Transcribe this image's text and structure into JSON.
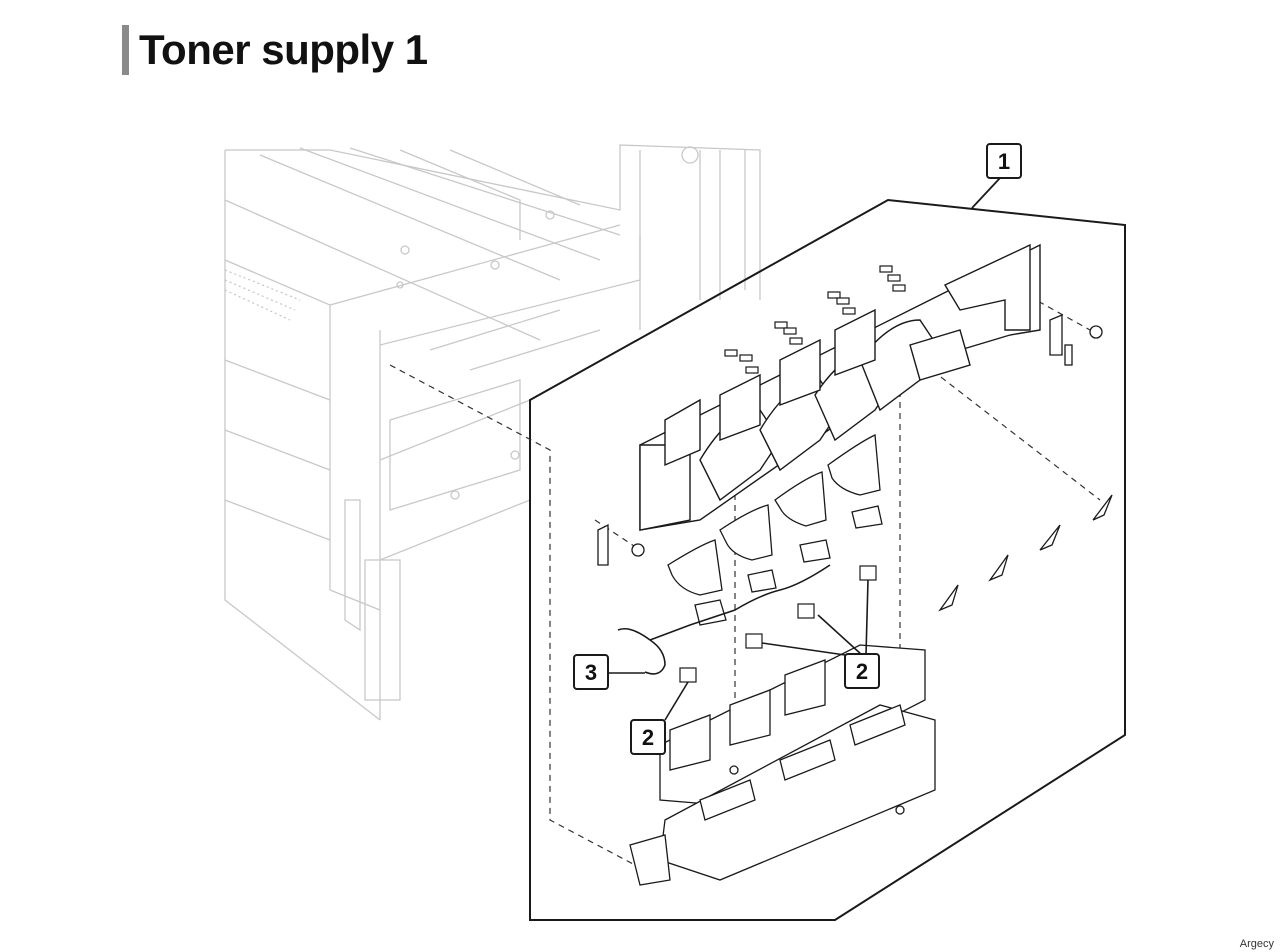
{
  "page": {
    "title": "Toner supply 1"
  },
  "callouts": [
    {
      "id": "callout-1",
      "label": "1"
    },
    {
      "id": "callout-2a",
      "label": "2"
    },
    {
      "id": "callout-2b",
      "label": "2"
    },
    {
      "id": "callout-3",
      "label": "3"
    }
  ],
  "footer": {
    "watermark": "Argecy"
  },
  "colors": {
    "line": "#1a1a1a",
    "ghost": "#c8c8c8",
    "title_bar": "#8a8a8a"
  }
}
